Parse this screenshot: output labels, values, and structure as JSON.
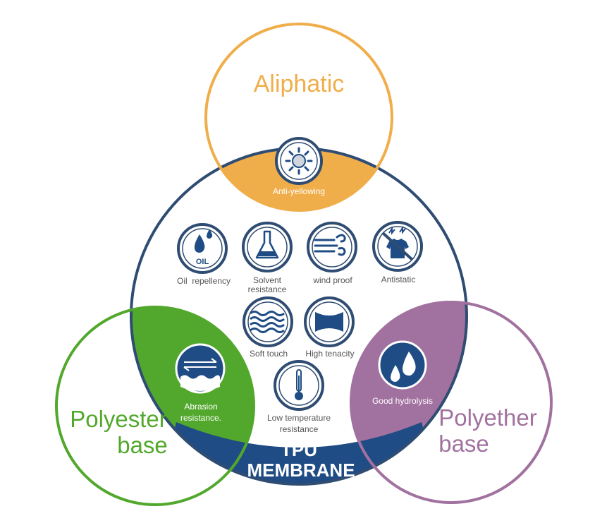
{
  "colors": {
    "navy": "#2f4c73",
    "band": "#1f4c84",
    "orange": "#f0ae4b",
    "green": "#52a82c",
    "purple": "#a1719f",
    "gray_text": "#555555",
    "white": "#ffffff"
  },
  "aliphatic": {
    "title": "Aliphatic",
    "feature": "Anti-yellowing",
    "icon": "sun-icon"
  },
  "polyester": {
    "title_line1": "Polyester",
    "title_line2": "base",
    "feature_line1": "Abrasion",
    "feature_line2": "resistance.",
    "icon": "abrasion-icon"
  },
  "polyether": {
    "title_line1": "Polyether",
    "title_line2": "base",
    "feature": "Good hydrolysis",
    "icon": "water-drops-icon"
  },
  "core": {
    "band_line1": "TPU",
    "band_line2": "MEMBRANE",
    "features": [
      {
        "label": "Oil  repellency",
        "icon": "oil-drop-icon",
        "icon_text": "OIL"
      },
      {
        "label_line1": "Solvent",
        "label_line2": "resistance",
        "icon": "flask-icon"
      },
      {
        "label": "wind proof",
        "icon": "wind-icon"
      },
      {
        "label": "Antistatic",
        "icon": "antistatic-shirt-icon"
      },
      {
        "label": "Soft touch",
        "icon": "waves-icon"
      },
      {
        "label": "High tenacity",
        "icon": "tenacity-icon"
      },
      {
        "label_line1": "Low temperature",
        "label_line2": "resistance",
        "icon": "thermometer-icon"
      }
    ]
  }
}
